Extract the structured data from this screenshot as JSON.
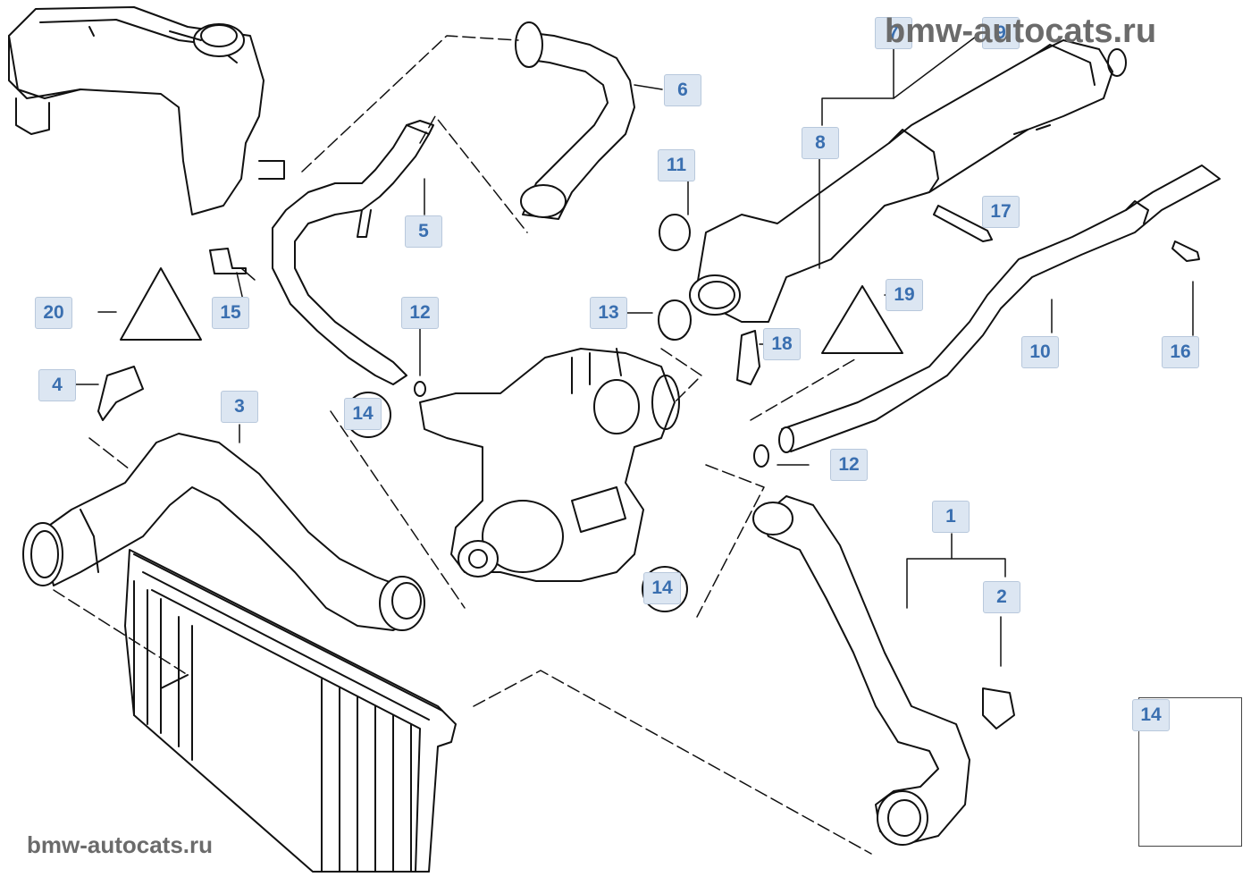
{
  "watermark_top": "bmw-autocats.ru",
  "watermark_bottom": "bmw-autocats.ru",
  "callouts": {
    "c1": "1",
    "c2": "2",
    "c3": "3",
    "c4": "4",
    "c5": "5",
    "c6": "6",
    "c7": "7",
    "c8": "8",
    "c9": "9",
    "c10": "10",
    "c11": "11",
    "c12a": "12",
    "c12b": "12",
    "c13": "13",
    "c14a": "14",
    "c14b": "14",
    "c14c": "14",
    "c15": "15",
    "c16": "16",
    "c17": "17",
    "c18": "18",
    "c19": "19",
    "c20": "20"
  },
  "colors": {
    "callout_bg": "#dce6f2",
    "callout_text": "#3a6fb0",
    "line": "#111111"
  }
}
